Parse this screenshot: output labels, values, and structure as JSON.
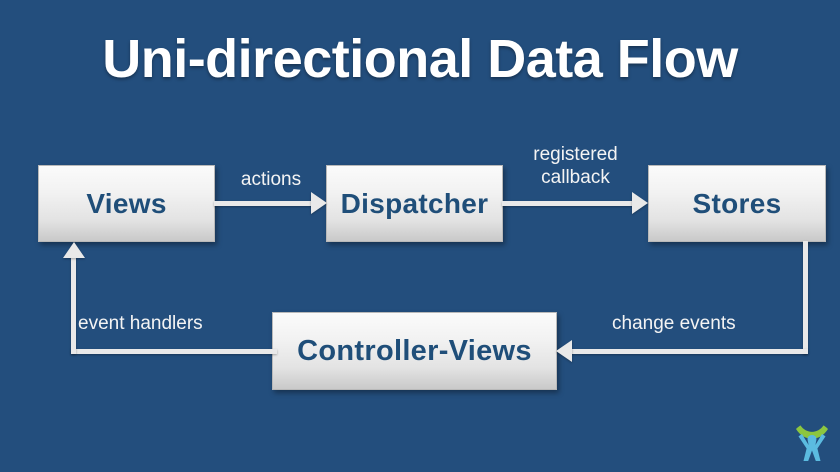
{
  "slide": {
    "title": "Uni-directional Data Flow",
    "background_color": "#234e7d",
    "node_text_color": "#1f4e79",
    "arrow_color": "#e9e9e9",
    "label_color": "#f4f4f4"
  },
  "nodes": [
    {
      "id": "views",
      "label": "Views"
    },
    {
      "id": "dispatcher",
      "label": "Dispatcher"
    },
    {
      "id": "stores",
      "label": "Stores"
    },
    {
      "id": "controller",
      "label": "Controller-Views"
    }
  ],
  "edges": [
    {
      "id": "views-dispatcher",
      "label": "actions",
      "from": "views",
      "to": "dispatcher"
    },
    {
      "id": "dispatcher-stores",
      "label": "registered\ncallback",
      "from": "dispatcher",
      "to": "stores"
    },
    {
      "id": "stores-controller",
      "label": "change events",
      "from": "stores",
      "to": "controller"
    },
    {
      "id": "controller-views",
      "label": "event handlers",
      "from": "controller",
      "to": "views"
    }
  ],
  "logo": {
    "name": "brand-logo",
    "arc_color": "#8cc63f",
    "figure_color": "#5bbbe0"
  }
}
